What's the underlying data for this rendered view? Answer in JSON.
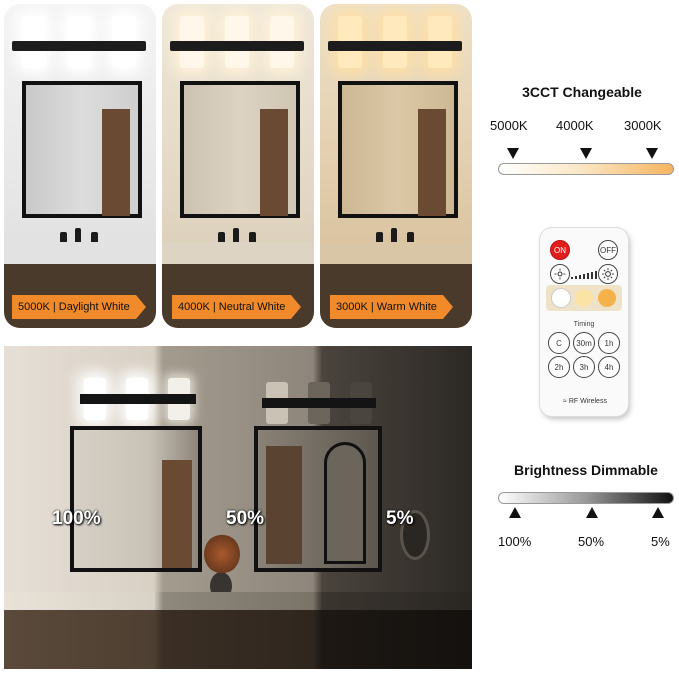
{
  "panels": [
    {
      "label": "5000K | Daylight White",
      "wall_color": "#eeeeee",
      "light_color": "#ffffff",
      "tag_color": "#f08a2a"
    },
    {
      "label": "4000K | Neutral White",
      "wall_color": "#e9e1d2",
      "light_color": "#fff6e6",
      "tag_color": "#f08a2a"
    },
    {
      "label": "3000K | Warm White",
      "wall_color": "#e3d3b9",
      "light_color": "#ffe7b8",
      "tag_color": "#f08a2a"
    }
  ],
  "cct": {
    "title": "3CCT Changeable",
    "labels": [
      "5000K",
      "4000K",
      "3000K"
    ],
    "gradient": [
      "#ffffff",
      "#fbe8c8",
      "#f5b560"
    ]
  },
  "remote": {
    "on_label": "ON",
    "off_label": "OFF",
    "timing_label": "Timing",
    "timer_buttons": [
      "C",
      "30m",
      "1h",
      "2h",
      "3h",
      "4h"
    ],
    "color_swatches": [
      "#ffffff",
      "#fbe3a6",
      "#f5b24a"
    ],
    "rf_label": "RF Wireless",
    "on_color": "#e01e1e"
  },
  "brightness": {
    "title": "Brightness Dimmable",
    "labels": [
      "100%",
      "50%",
      "5%"
    ],
    "photo_labels": [
      "100%",
      "50%",
      "5%"
    ]
  }
}
